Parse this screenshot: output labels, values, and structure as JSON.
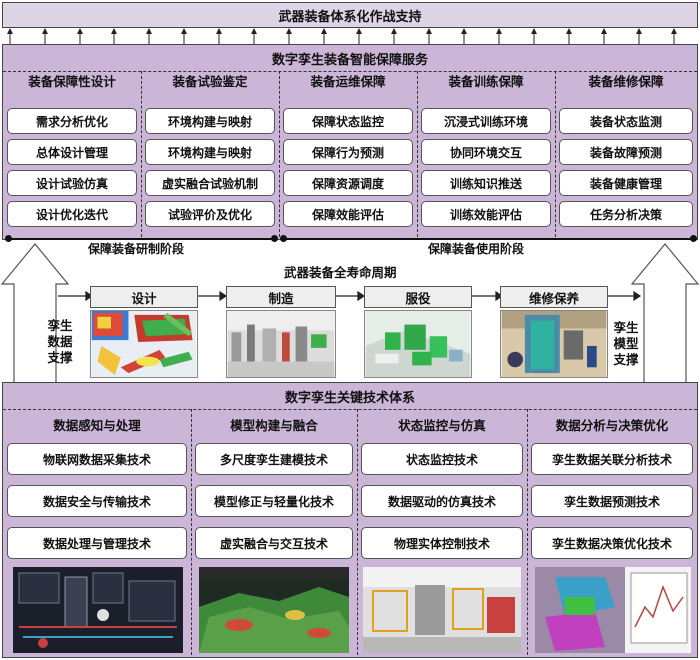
{
  "top_bar": {
    "title": "武器装备体系化作战支持"
  },
  "service_panel": {
    "title": "数字孪生装备智能保障服务",
    "columns": [
      {
        "heading": "装备保障性设计",
        "items": [
          "需求分析优化",
          "总体设计管理",
          "设计试验仿真",
          "设计优化迭代"
        ]
      },
      {
        "heading": "装备试验鉴定",
        "items": [
          "环境构建与映射",
          "环境构建与映射",
          "虚实融合试验机制",
          "试验评价及优化"
        ]
      },
      {
        "heading": "装备运维保障",
        "items": [
          "保障状态监控",
          "保障行为预测",
          "保障资源调度",
          "保障效能评估"
        ]
      },
      {
        "heading": "装备训练保障",
        "items": [
          "沉浸式训练环境",
          "协同环境交互",
          "训练知识推送",
          "训练效能评估"
        ]
      },
      {
        "heading": "装备维修保障",
        "items": [
          "装备状态监测",
          "装备故障预测",
          "装备健康管理",
          "任务分析决策"
        ]
      }
    ],
    "stages": {
      "dev": "保障装备研制阶段",
      "use": "保障装备使用阶段"
    }
  },
  "lifecycle": {
    "title": "武器装备全寿命周期",
    "phases": [
      "设计",
      "制造",
      "服役",
      "维修保养"
    ],
    "left_label": [
      "孪生",
      "数据",
      "支撑"
    ],
    "right_label": [
      "孪生",
      "模型",
      "支撑"
    ]
  },
  "tech_panel": {
    "title": "数字孪生关键技术体系",
    "columns": [
      {
        "heading": "数据感知与处理",
        "items": [
          "物联网数据采集技术",
          "数据安全与传输技术",
          "数据处理与管理技术"
        ]
      },
      {
        "heading": "模型构建与融合",
        "items": [
          "多尺度孪生建模技术",
          "模型修正与轻量化技术",
          "虚实融合与交互技术"
        ]
      },
      {
        "heading": "状态监控与仿真",
        "items": [
          "状态监控技术",
          "数据驱动的仿真技术",
          "物理实体控制技术"
        ]
      },
      {
        "heading": "数据分析与决策优化",
        "items": [
          "孪生数据关联分析技术",
          "孪生数据预测技术",
          "孪生数据决策优化技术"
        ]
      }
    ]
  },
  "colors": {
    "panel": "#cbb6d8",
    "top_bar": "#ddd4e5",
    "box": "#ffffff"
  }
}
